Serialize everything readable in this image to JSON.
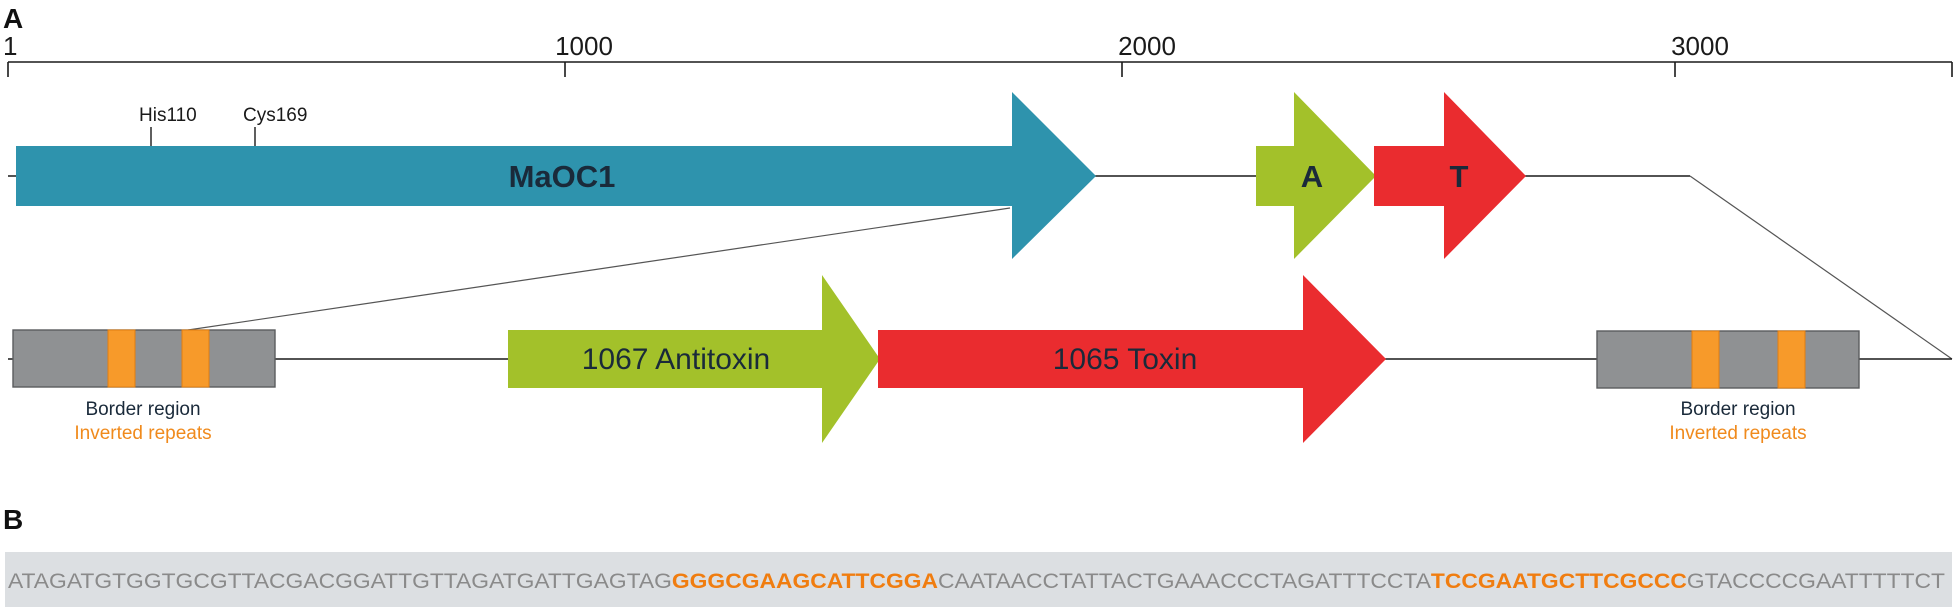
{
  "panels": {
    "a": "A",
    "b": "B"
  },
  "scale": {
    "ticks": [
      {
        "value": 1,
        "label": "1"
      },
      {
        "value": 1000,
        "label": "1000"
      },
      {
        "value": 2000,
        "label": "2000"
      },
      {
        "value": 3000,
        "label": "3000"
      }
    ],
    "end_value": 3488
  },
  "sites": [
    {
      "label": "His110"
    },
    {
      "label": "Cys169"
    }
  ],
  "genes_top": [
    {
      "id": "maoc1",
      "label": "MaOC1",
      "color": "#2e93ad",
      "bold": true
    },
    {
      "id": "antitoxin-small",
      "label": "A",
      "color": "#a3c12a",
      "bold": true
    },
    {
      "id": "toxin-small",
      "label": "T",
      "color": "#ea2c2f",
      "bold": true
    }
  ],
  "genes_bottom": [
    {
      "id": "antitoxin",
      "label": "1067 Antitoxin",
      "color": "#a3c12a"
    },
    {
      "id": "toxin",
      "label": "1065 Toxin",
      "color": "#ea2c2f"
    }
  ],
  "border_regions": [
    {
      "id": "left",
      "label": "Border region",
      "repeats_label": "Inverted repeats"
    },
    {
      "id": "right",
      "label": "Border region",
      "repeats_label": "Inverted repeats"
    }
  ],
  "colors": {
    "border_box": "#8f9193",
    "repeat": "#f79a2a",
    "sequence_bg": "#dcdfe2",
    "sequence_highlight": "#f07d10"
  },
  "sequence": {
    "segments": [
      {
        "text": "ATAGATGTGGTGCGTTACGACGGATTGTTAGATGATTGAGTAG",
        "highlight": false
      },
      {
        "text": "GGGCGAAGCATTCGGA",
        "highlight": true
      },
      {
        "text": "CAATAACCTATTACTGAAACCCTAGATTTCCTA",
        "highlight": false
      },
      {
        "text": "TCCGAATGCTTCGCCC",
        "highlight": true
      },
      {
        "text": "GTACCCCGAATTTTTCT",
        "highlight": false
      }
    ]
  }
}
